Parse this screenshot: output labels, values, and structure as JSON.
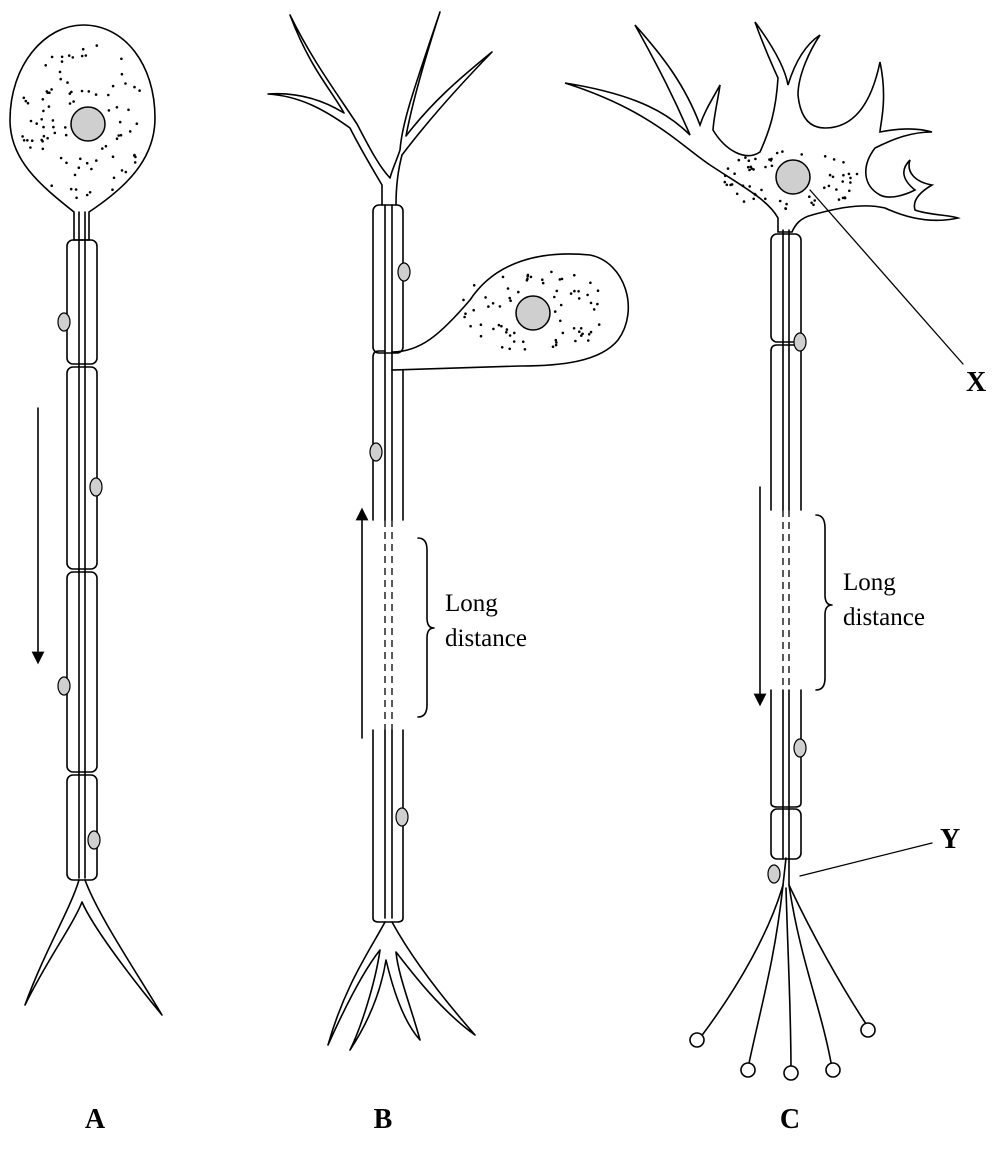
{
  "diagram": {
    "neuron_labels": {
      "a": "A",
      "b": "B",
      "c": "C"
    },
    "annotations": {
      "b_gap": [
        "Long",
        "distance"
      ],
      "c_gap": [
        "Long",
        "distance"
      ],
      "x": "X",
      "y": "Y"
    }
  }
}
